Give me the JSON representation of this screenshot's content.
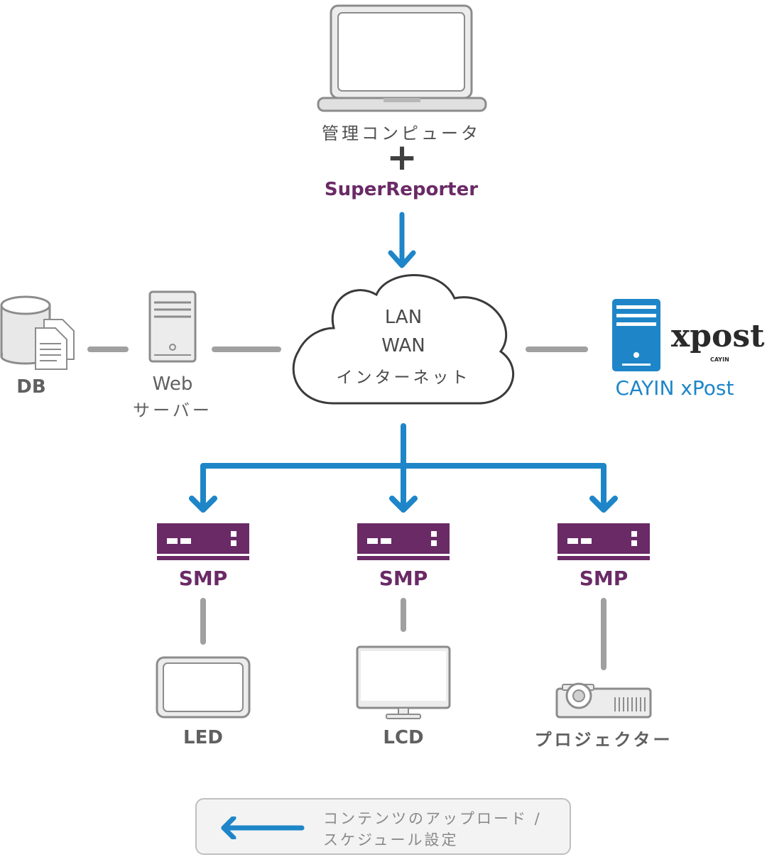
{
  "admin": {
    "label": "管理コンピュータ",
    "plus": "+",
    "software": "SuperReporter"
  },
  "network": {
    "line1": "LAN",
    "line2": "WAN",
    "line3": "インターネット"
  },
  "db": {
    "label": "DB"
  },
  "web_server": {
    "label_line1": "Web",
    "label_line2": "サーバー"
  },
  "cayin": {
    "logo_text": "xpost",
    "logo_sub": "CAYIN",
    "label": "CAYIN xPost"
  },
  "players": [
    {
      "label": "SMP",
      "display": "LED"
    },
    {
      "label": "SMP",
      "display": "LCD"
    },
    {
      "label": "SMP",
      "display": "プロジェクター"
    }
  ],
  "legend": {
    "line1": "コンテンツのアップロード /",
    "line2": "スケジュール設定"
  },
  "colors": {
    "arrow_blue": "#1e86c8",
    "smp_purple": "#6a2a66",
    "connector_gray": "#a0a0a0",
    "device_gray": "#8c8c8c"
  }
}
